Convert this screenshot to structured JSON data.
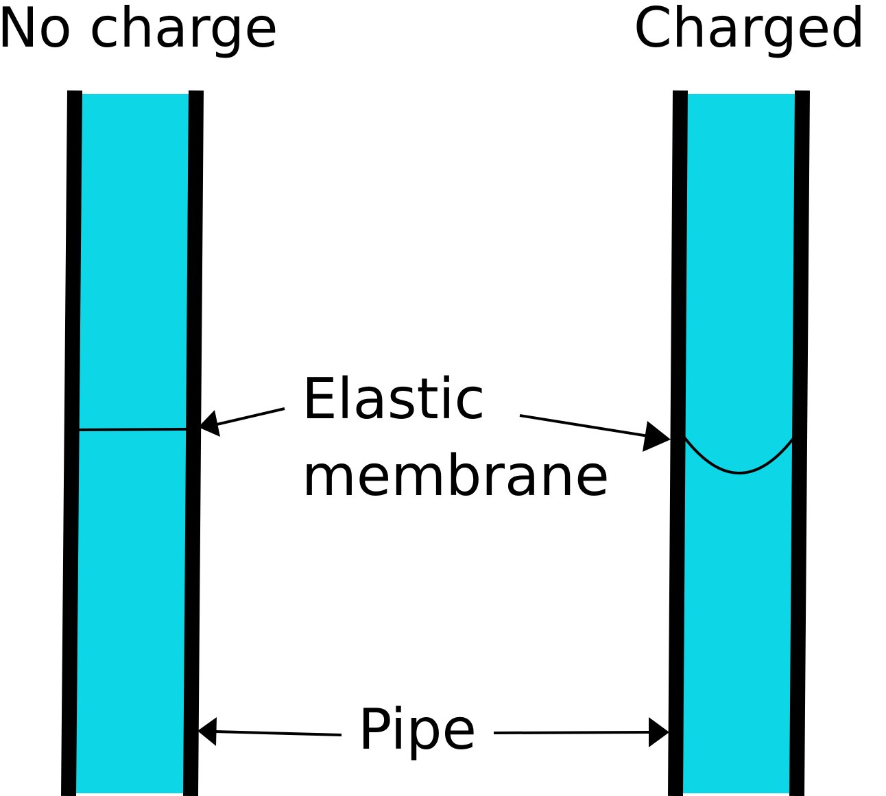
{
  "titles": {
    "left": "No charge",
    "right": "Charged"
  },
  "labels": {
    "membrane_line1": "Elastic",
    "membrane_line2": "membrane",
    "pipe": "Pipe"
  },
  "colors": {
    "water": "#0dd6e6",
    "wall": "#000000",
    "background": "#ffffff"
  }
}
